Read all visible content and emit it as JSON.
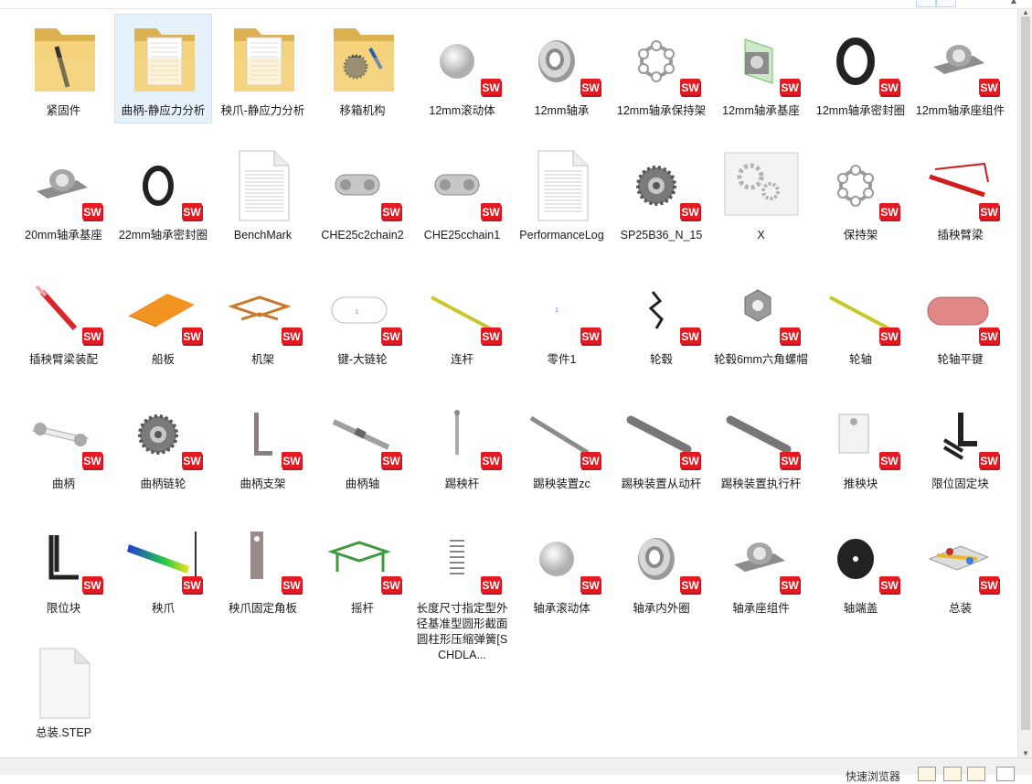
{
  "view": {
    "selected_index": 1
  },
  "items": [
    {
      "label": "紧固件",
      "type": "folder",
      "art": "bar"
    },
    {
      "label": "曲柄-静应力分析",
      "type": "folder",
      "art": "doc"
    },
    {
      "label": "秧爪-静应力分析",
      "type": "folder",
      "art": "doc"
    },
    {
      "label": "移箱机构",
      "type": "folder",
      "art": "gear"
    },
    {
      "label": "12mm滚动体",
      "type": "sw",
      "art": "sphere"
    },
    {
      "label": "12mm轴承",
      "type": "sw",
      "art": "bearing"
    },
    {
      "label": "12mm轴承保持架",
      "type": "sw",
      "art": "cage"
    },
    {
      "label": "12mm轴承基座",
      "type": "sw",
      "art": "base"
    },
    {
      "label": "12mm轴承密封圈",
      "type": "sw",
      "art": "ring"
    },
    {
      "label": "12mm轴承座组件",
      "type": "sw",
      "art": "pillow"
    },
    {
      "label": "20mm轴承基座",
      "type": "sw",
      "art": "pillow"
    },
    {
      "label": "22mm轴承密封圈",
      "type": "sw",
      "art": "ring-thin"
    },
    {
      "label": "BenchMark",
      "type": "file",
      "art": "textfile"
    },
    {
      "label": "CHE25c2chain2",
      "type": "sw",
      "art": "chain"
    },
    {
      "label": "CHE25cchain1",
      "type": "sw",
      "art": "chain"
    },
    {
      "label": "PerformanceLog",
      "type": "file",
      "art": "textfile"
    },
    {
      "label": "SP25B36_N_15",
      "type": "sw",
      "art": "sprocket"
    },
    {
      "label": "X",
      "type": "file",
      "art": "settings"
    },
    {
      "label": "保持架",
      "type": "sw",
      "art": "cage"
    },
    {
      "label": "插秧臂梁",
      "type": "sw",
      "art": "red-beam"
    },
    {
      "label": "插秧臂梁装配",
      "type": "sw",
      "art": "red-arm"
    },
    {
      "label": "船板",
      "type": "sw",
      "art": "orange-plate"
    },
    {
      "label": "机架",
      "type": "sw",
      "art": "frame"
    },
    {
      "label": "键-大链轮",
      "type": "sw",
      "art": "key"
    },
    {
      "label": "连杆",
      "type": "sw",
      "art": "rod"
    },
    {
      "label": "零件1",
      "type": "sw",
      "art": "blank"
    },
    {
      "label": "轮毂",
      "type": "sw",
      "art": "hub"
    },
    {
      "label": "轮毂6mm六角螺帽",
      "type": "sw",
      "art": "nut"
    },
    {
      "label": "轮轴",
      "type": "sw",
      "art": "rod"
    },
    {
      "label": "轮轴平键",
      "type": "sw",
      "art": "pink-key"
    },
    {
      "label": "曲柄",
      "type": "sw",
      "art": "crank"
    },
    {
      "label": "曲柄链轮",
      "type": "sw",
      "art": "sprocket"
    },
    {
      "label": "曲柄支架",
      "type": "sw",
      "art": "bracket"
    },
    {
      "label": "曲柄轴",
      "type": "sw",
      "art": "shaft"
    },
    {
      "label": "踢秧杆",
      "type": "sw",
      "art": "pin"
    },
    {
      "label": "踢秧装置zc",
      "type": "sw",
      "art": "bar-diag"
    },
    {
      "label": "踢秧装置从动杆",
      "type": "sw",
      "art": "bar-diag2"
    },
    {
      "label": "踢秧装置执行杆",
      "type": "sw",
      "art": "bar-diag2"
    },
    {
      "label": "推秧块",
      "type": "sw",
      "art": "block"
    },
    {
      "label": "限位固定块",
      "type": "sw",
      "art": "limit-fixed"
    },
    {
      "label": "限位块",
      "type": "sw",
      "art": "limit"
    },
    {
      "label": "秧爪",
      "type": "sw",
      "art": "fea"
    },
    {
      "label": "秧爪固定角板",
      "type": "sw",
      "art": "angle-plate"
    },
    {
      "label": "摇杆",
      "type": "sw",
      "art": "rocker"
    },
    {
      "label": "长度尺寸指定型外径基准型圆形截面圆柱形压缩弹簧[SCHDLA...",
      "type": "sw",
      "art": "spring"
    },
    {
      "label": "轴承滚动体",
      "type": "sw",
      "art": "sphere"
    },
    {
      "label": "轴承内外圈",
      "type": "sw",
      "art": "bearing"
    },
    {
      "label": "轴承座组件",
      "type": "sw",
      "art": "pillow"
    },
    {
      "label": "轴端盖",
      "type": "sw",
      "art": "disc"
    },
    {
      "label": "总装",
      "type": "sw",
      "art": "assembly"
    },
    {
      "label": "总装.STEP",
      "type": "file",
      "art": "blankfile"
    }
  ],
  "statusbar": {
    "text": "快速浏览器"
  }
}
